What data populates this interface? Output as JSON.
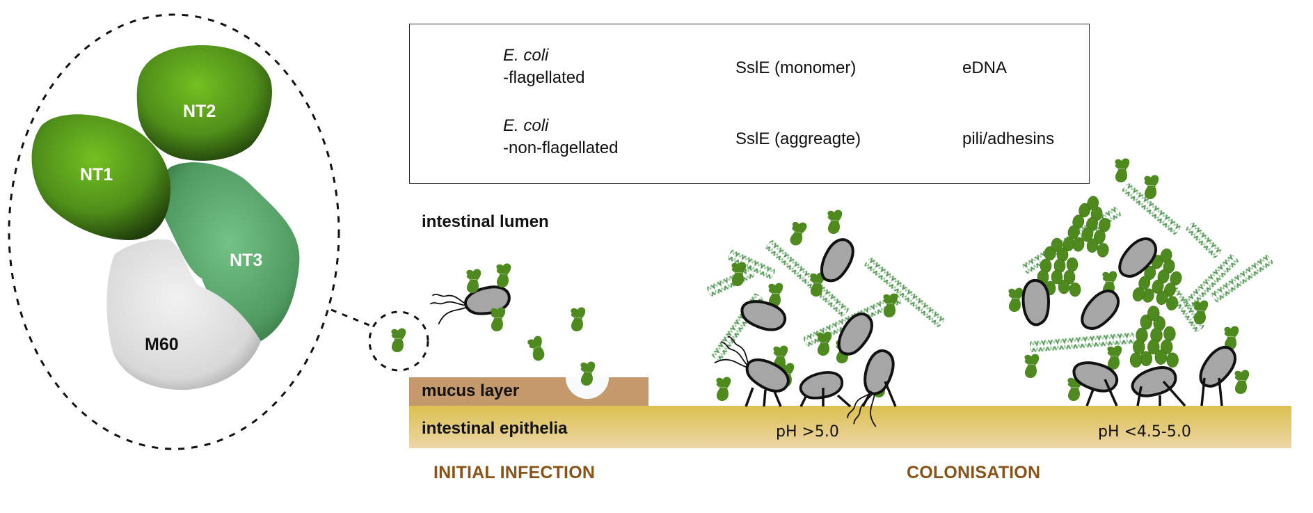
{
  "structure": {
    "domains": [
      {
        "id": "NT1",
        "label": "NT1",
        "color": "#4f8f1a"
      },
      {
        "id": "NT2",
        "label": "NT2",
        "color": "#5a9a1e"
      },
      {
        "id": "NT3",
        "label": "NT3",
        "color": "#5fa36e"
      },
      {
        "id": "M60",
        "label": "M60",
        "color": "#d8d8d8"
      }
    ]
  },
  "legend": {
    "items": [
      {
        "icon": "flagellated-bacterium-icon",
        "label_italic": "E. coli",
        "label_rest": "-flagellated"
      },
      {
        "icon": "non-flagellated-bacterium-icon",
        "label_italic": "E. coli",
        "label_rest": "-non-flagellated"
      },
      {
        "icon": "sslE-monomer-icon",
        "label": "SslE (monomer)"
      },
      {
        "icon": "sslE-aggregate-icon",
        "label": "SslE (aggreagte)"
      },
      {
        "icon": "edna-helix-icon",
        "label": "eDNA"
      },
      {
        "icon": "pili-line-icon",
        "label": "pili/adhesins"
      }
    ]
  },
  "scene": {
    "lumen_label": "intestinal lumen",
    "mucus_label": "mucus layer",
    "epithelia_label": "intestinal epithelia",
    "ph_high": "pH >5.0",
    "ph_low": "pH <4.5-5.0",
    "stage_initial": "INITIAL INFECTION",
    "stage_colonisation": "COLONISATION"
  },
  "colors": {
    "sslE_green": "#4e8a1e",
    "bacterium_fill": "#a6a6a6",
    "edna_green": "#5c9a5e",
    "mucus": "#c49a6c",
    "epithelia_top": "#dcc050",
    "epithelia_bottom": "#ecd6a8",
    "stage_label": "#8a5418"
  }
}
